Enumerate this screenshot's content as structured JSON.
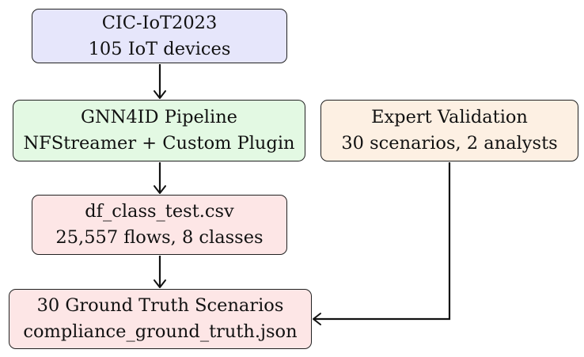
{
  "nodes": {
    "dataset": {
      "line1": "CIC-IoT2023",
      "line2": "105 IoT devices",
      "fill": "#e6e6fb"
    },
    "pipeline": {
      "line1": "GNN4ID Pipeline",
      "line2": "NFStreamer + Custom Plugin",
      "fill": "#e3f9e3"
    },
    "validation": {
      "line1": "Expert Validation",
      "line2": "30 scenarios, 2 analysts",
      "fill": "#fdf0e3"
    },
    "csv": {
      "line1": "df_class_test.csv",
      "line2": "25,557 flows, 8 classes",
      "fill": "#fde6e6"
    },
    "ground_truth": {
      "line1": "30 Ground Truth Scenarios",
      "line2": "compliance_ground_truth.json",
      "fill": "#fde6e6"
    }
  },
  "edges": [
    {
      "from": "dataset",
      "to": "pipeline"
    },
    {
      "from": "pipeline",
      "to": "csv"
    },
    {
      "from": "csv",
      "to": "ground_truth"
    },
    {
      "from": "validation",
      "to": "ground_truth"
    }
  ]
}
